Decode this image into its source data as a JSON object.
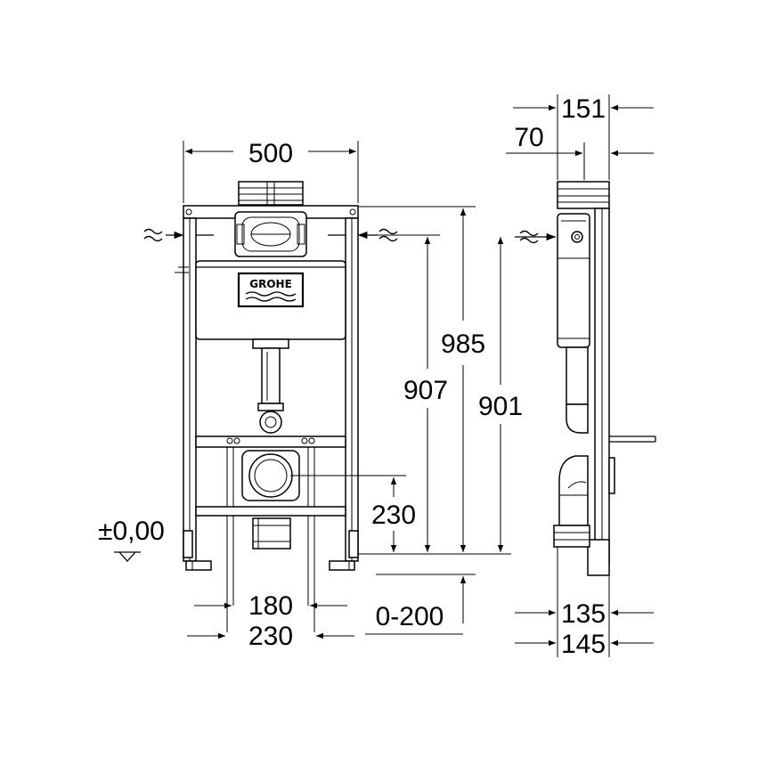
{
  "diagram": {
    "brand_logo": "GROHE",
    "front_view": {
      "width_top": "500",
      "height_985": "985",
      "height_907": "907",
      "height_901": "901",
      "height_230": "230",
      "floor_level": "±0,00",
      "width_180": "180",
      "width_230": "230",
      "range_0_200": "0-200"
    },
    "side_view": {
      "depth_151": "151",
      "depth_70": "70",
      "depth_135": "135",
      "depth_145": "145"
    }
  },
  "colors": {
    "ink": "#000000",
    "background": "#ffffff"
  }
}
